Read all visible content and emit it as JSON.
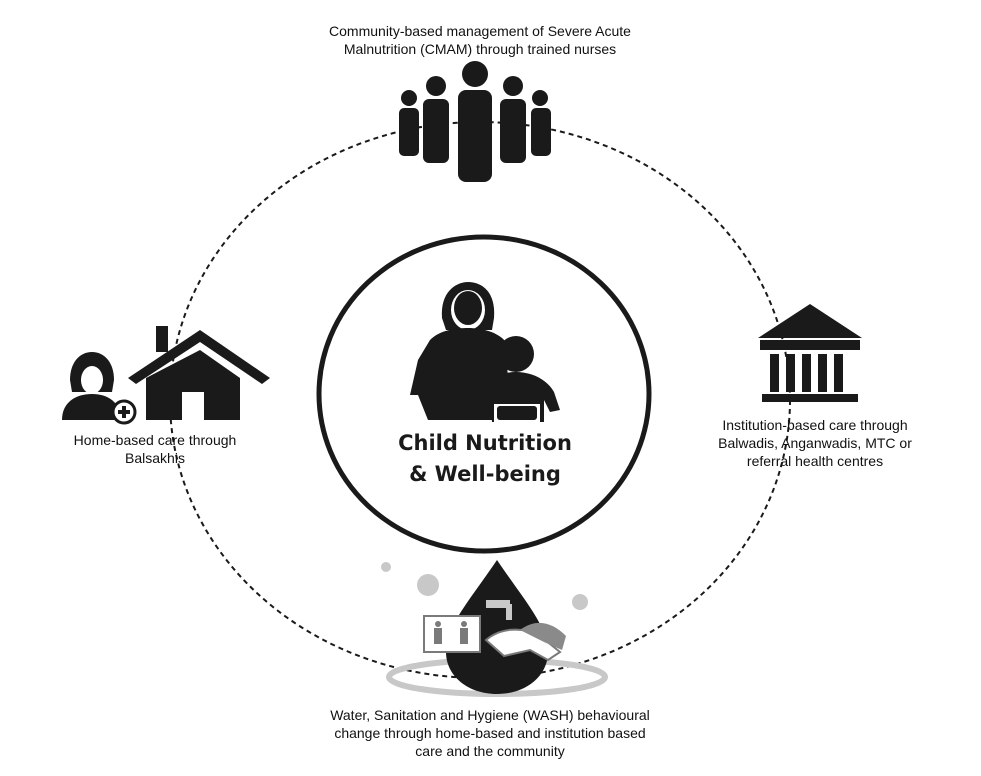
{
  "center": {
    "title_line1": "Child Nutrition",
    "title_line2": "& Well-being"
  },
  "nodes": {
    "top": {
      "line1": "Community-based management of Severe Acute",
      "line2": "Malnutrition (CMAM) through trained nurses",
      "icon": "people-group-icon"
    },
    "left": {
      "line1": "Home-based care through",
      "line2": "Balsakhis",
      "icon": "house-caregiver-icon"
    },
    "right": {
      "line1": "Institution-based care through",
      "line2": "Balwadis, Anganwadis, MTC or",
      "line3": "referral health centres",
      "icon": "institution-building-icon"
    },
    "bottom": {
      "line1": "Water, Sanitation and Hygiene (WASH) behavioural",
      "line2": "change through home-based and institution based",
      "line3": "care and the community",
      "icon": "wash-water-drop-icon"
    }
  },
  "colors": {
    "ink": "#1a1a1a",
    "grey": "#c8c8c8",
    "white": "#ffffff"
  }
}
